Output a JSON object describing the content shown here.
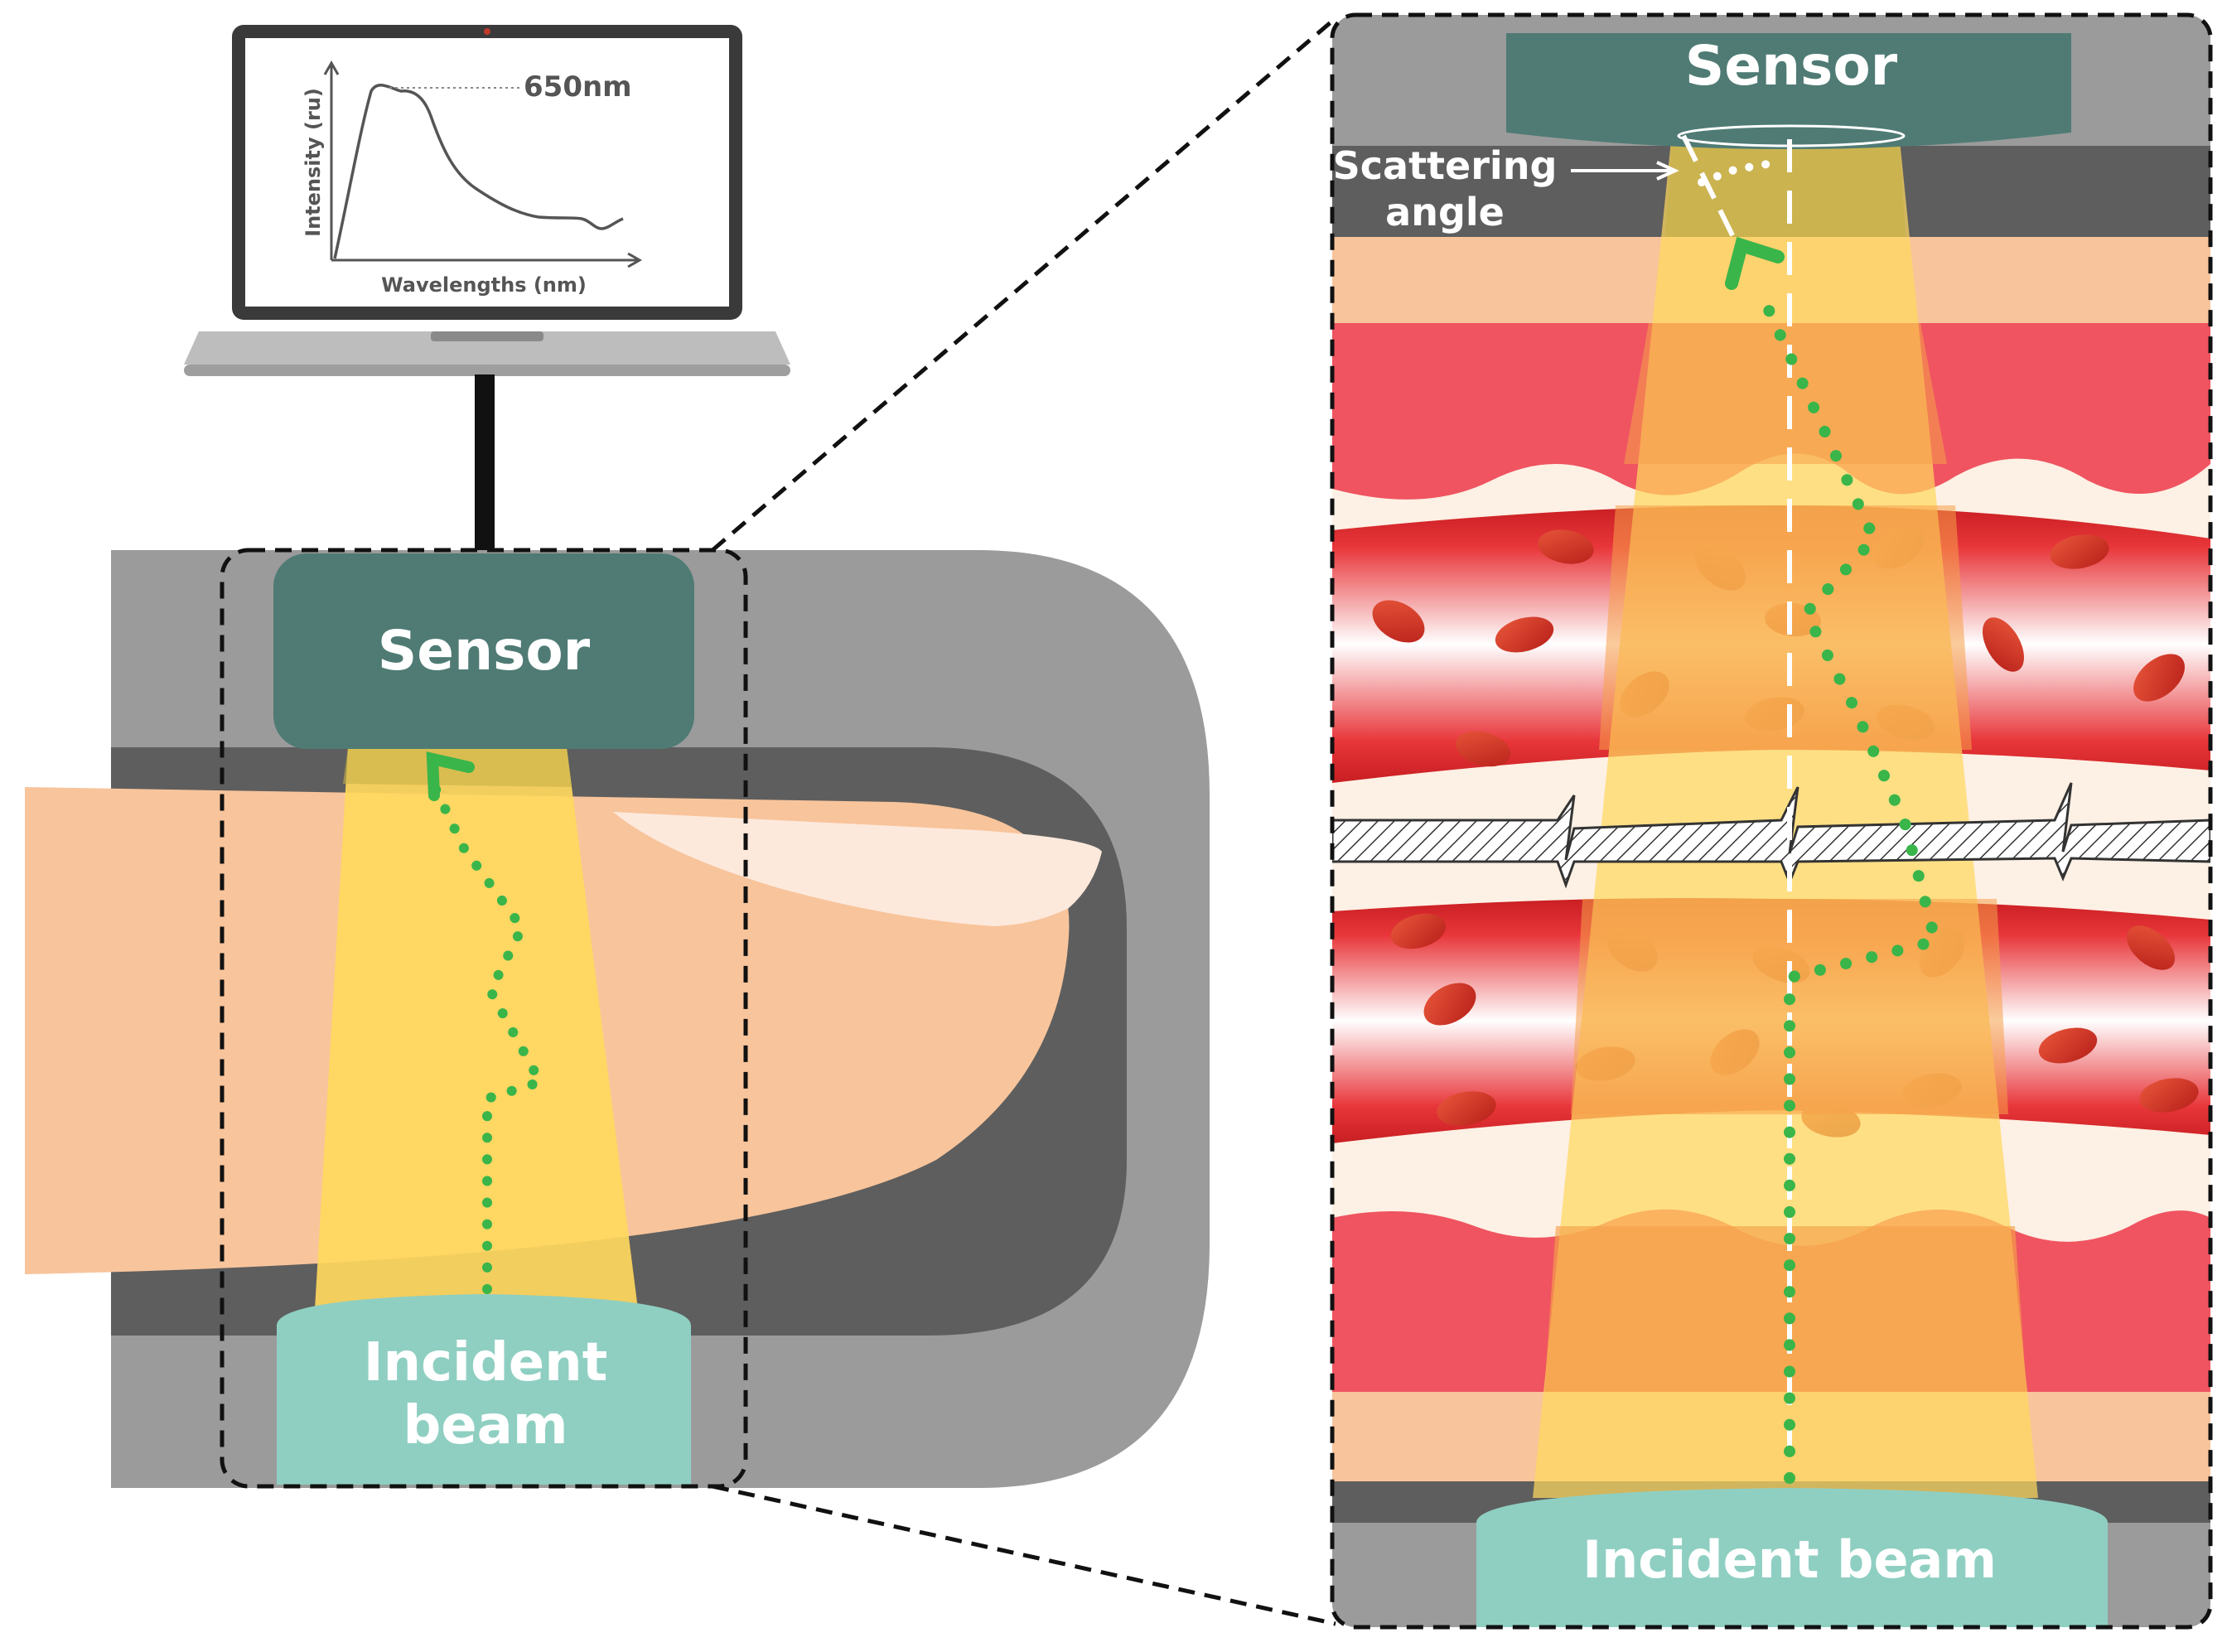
{
  "laptop": {
    "plot": {
      "peak_label": "650nm",
      "y_axis_label": "Intensity (ru)",
      "x_axis_label": "Wavelengths (nm)"
    }
  },
  "left_panel": {
    "sensor_label": "Sensor",
    "beam_label_line1": "Incident",
    "beam_label_line2": "beam"
  },
  "right_panel": {
    "sensor_label": "Sensor",
    "scattering_label_line1": "Scattering",
    "scattering_label_line2": "angle",
    "beam_label": "Incident beam"
  },
  "colors": {
    "housing_outer": "#9b9b9b",
    "housing_inner": "#5e5e5e",
    "sensor": "#4f7b74",
    "incident_beam": "#8fcfc2",
    "skin": "#f8c49b",
    "nail": "#fde9dc",
    "beam_yellow": "#ffd85e",
    "beam_orange": "#f5a14a",
    "tissue_red": "#ef5460",
    "vessel_red": "#d81f26",
    "photon_path": "#3ab54a"
  }
}
